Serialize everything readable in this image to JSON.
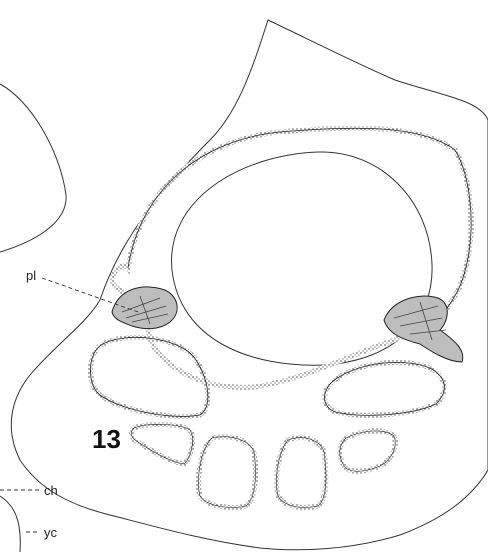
{
  "figure": {
    "number": "13",
    "labels": {
      "pl": "pl",
      "ch": "ch",
      "yc": "yc"
    }
  },
  "colors": {
    "ink": "#222222",
    "background": "#ffffff",
    "tissue_fill": "#bdbdbd"
  }
}
